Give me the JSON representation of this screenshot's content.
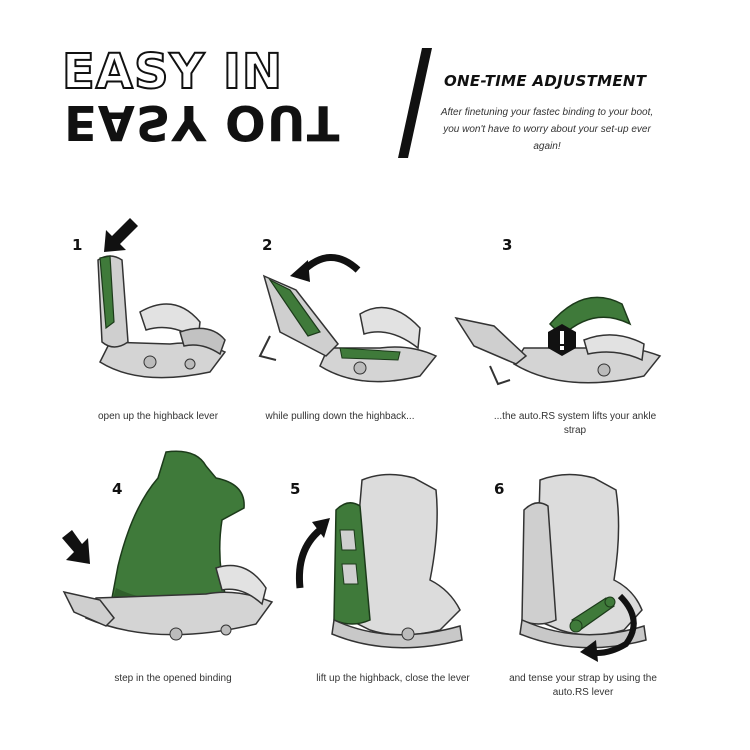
{
  "header": {
    "title_line1": "EASY IN",
    "title_line2": "EASY OUT",
    "subtitle": "ONE-TIME ADJUSTMENT",
    "description": "After finetuning your fastec binding to your boot, you won't have to worry about your set-up ever again!"
  },
  "steps": [
    {
      "number": "1",
      "caption": "open up the highback lever"
    },
    {
      "number": "2",
      "caption": "while pulling down the highback..."
    },
    {
      "number": "3",
      "caption": "...the auto.RS system lifts your ankle strap"
    },
    {
      "number": "4",
      "caption": "step in the opened binding"
    },
    {
      "number": "5",
      "caption": "lift up the highback, close the lever"
    },
    {
      "number": "6",
      "caption": "and tense your strap by using the auto.RS lever"
    }
  ],
  "colors": {
    "accent_green": "#3f7a3a",
    "binding_gray": "#cfcfcf",
    "outline": "#333333",
    "black": "#111111"
  },
  "icons": [
    "arrow-down-right-icon",
    "rotate-arrow-icon",
    "warning-icon",
    "curved-up-arrow-icon",
    "curved-arrow-icon"
  ]
}
